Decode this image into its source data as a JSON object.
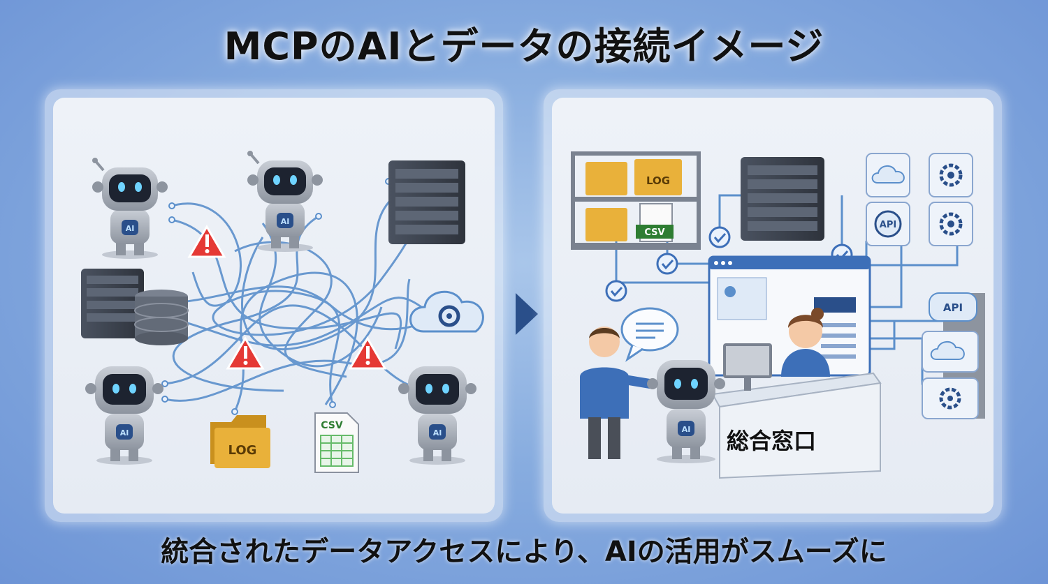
{
  "title": "MCPのAIとデータの接続イメージ",
  "caption": "統合されたデータアクセスにより、AIの活用がスムーズに",
  "left_panel": {
    "robot_badge": "AI",
    "log_label": "LOG",
    "csv_label": "CSV"
  },
  "right_panel": {
    "log_label": "LOG",
    "csv_label": "CSV",
    "api_label_1": "API",
    "api_label_2": "API",
    "robot_badge": "AI",
    "counter_label": "総合窓口"
  },
  "colors": {
    "accent_blue": "#2a4f8a",
    "line_blue": "#5b8fcb",
    "warning_red": "#e53935",
    "check_blue": "#3d6fb8"
  }
}
